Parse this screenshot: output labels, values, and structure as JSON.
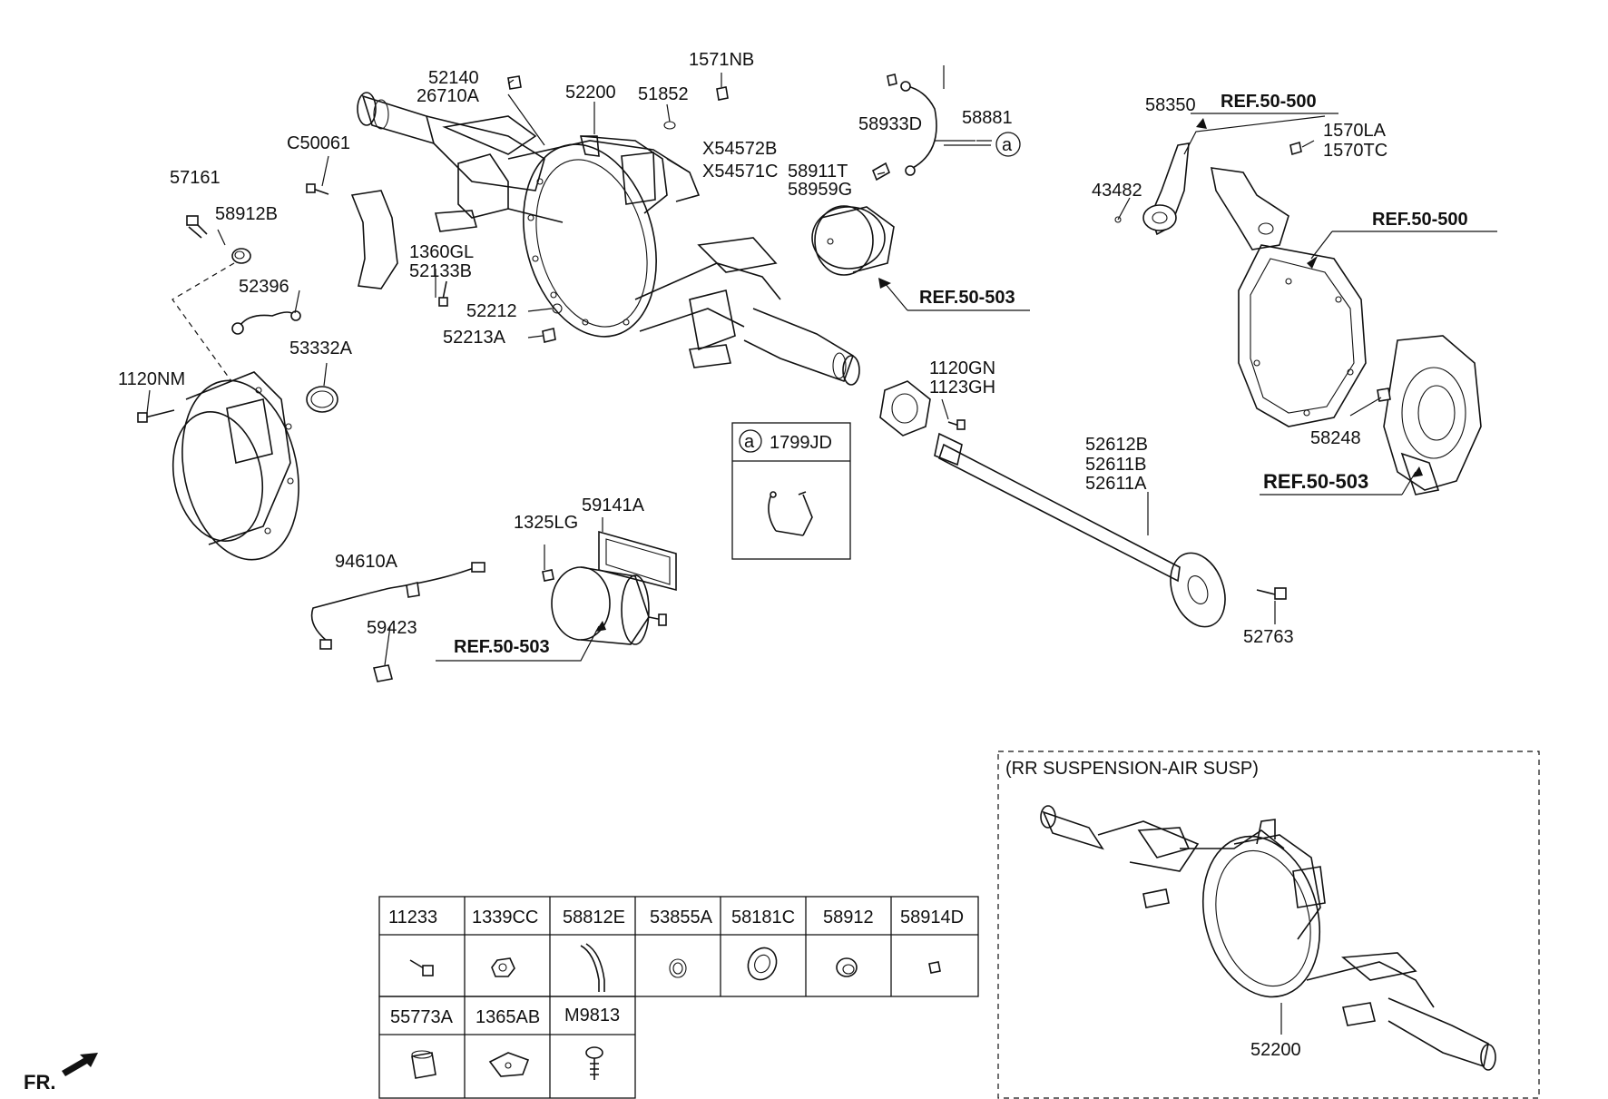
{
  "labels": {
    "l_52140": "52140",
    "l_26710a": "26710A",
    "l_52200": "52200",
    "l_1571nb": "1571NB",
    "l_51852": "51852",
    "l_x54572b": "X54572B",
    "l_x54571c": "X54571C",
    "l_58933d": "58933D",
    "l_58881": "58881",
    "l_58911t": "58911T",
    "l_58959g": "58959G",
    "l_58350": "58350",
    "l_1570la": "1570LA",
    "l_1570tc": "1570TC",
    "l_43482": "43482",
    "l_57161": "57161",
    "l_58912b": "58912B",
    "l_c50061": "C50061",
    "l_52396": "52396",
    "l_1360gl": "1360GL",
    "l_52133b": "52133B",
    "l_52212": "52212",
    "l_52213a": "52213A",
    "l_53332a": "53332A",
    "l_1120nm": "1120NM",
    "l_1120gn": "1120GN",
    "l_1123gh": "1123GH",
    "l_1799jd": "1799JD",
    "l_52612b": "52612B",
    "l_52611b": "52611B",
    "l_52611a": "52611A",
    "l_58248": "58248",
    "l_1325lg": "1325LG",
    "l_59141a": "59141A",
    "l_94610a": "94610A",
    "l_59423": "59423",
    "l_52763": "52763",
    "callout_a": "a",
    "callout_a2": "a",
    "fr": "FR."
  },
  "refs": {
    "ref_50_500_top": "REF.50-500",
    "ref_50_500_right": "REF.50-500",
    "ref_50_503_mid": "REF.50-503",
    "ref_50_503_right": "REF.50-503",
    "ref_50_503_bottom": "REF.50-503"
  },
  "inset": {
    "title": "(RR SUSPENSION-AIR SUSP)",
    "part_label": "52200"
  },
  "parts_table": {
    "row1": [
      "11233",
      "1339CC",
      "58812E",
      "53855A",
      "58181C",
      "58912",
      "58914D"
    ],
    "row2": [
      "55773A",
      "1365AB",
      "M9813"
    ]
  }
}
